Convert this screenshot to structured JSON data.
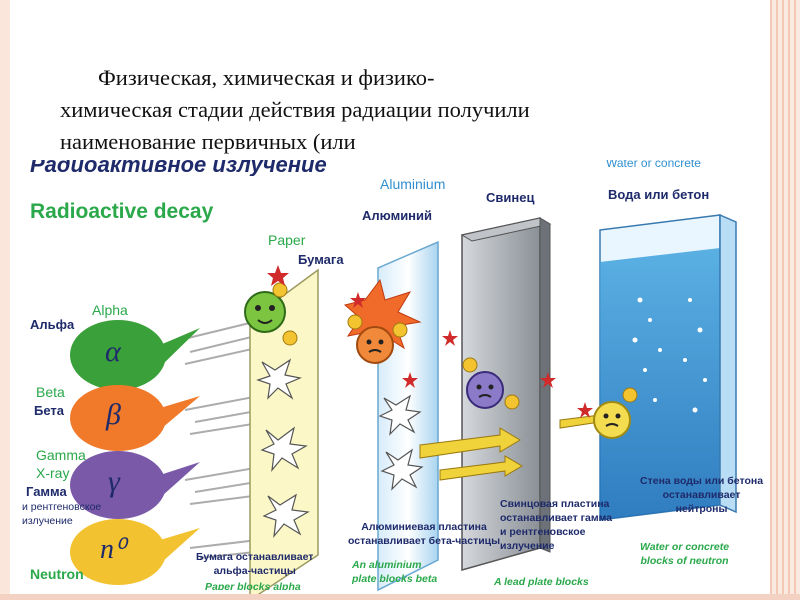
{
  "slide": {
    "line1": "Физическая, химическая и физико-",
    "line2": "химическая стадии действия радиации получили",
    "line3": "наименование первичных (или"
  },
  "diagram": {
    "title_ru": "Радиоактивное излучение",
    "title_en": "Radioactive decay",
    "rays": [
      {
        "en": "Alpha",
        "ru": "Альфа",
        "symbol": "α",
        "color": "#3aa03a"
      },
      {
        "en": "Beta",
        "ru": "Бета",
        "symbol": "β",
        "color": "#f07a2a"
      },
      {
        "en": "Gamma\nX-ray",
        "ru": "Гамма",
        "ru_sub": "и рентгеновское\nизлучение",
        "symbol": "γ",
        "color": "#7a5aa8"
      },
      {
        "en": "Neutron",
        "ru": "",
        "symbol": "n⁰",
        "color": "#f2c230"
      }
    ],
    "barriers": {
      "paper": {
        "en": "Paper",
        "ru": "Бумага",
        "caption_ru": "Бумага останавливает\nальфа-частицы",
        "caption_en": "Paper blocks alpha"
      },
      "aluminium": {
        "en": "Aluminium",
        "ru": "Алюминий",
        "caption_ru": "Алюминиевая пластина\nостанавливает бета-частицы",
        "caption_en": "An aluminium\nplate blocks beta"
      },
      "lead": {
        "ru": "Свинец",
        "caption_ru": "Свинцовая пластина\nостанавливает гамма\nи рентгеновское\nизлучение",
        "caption_en": "A lead plate blocks"
      },
      "water": {
        "en": "Water or concrete",
        "ru": "Вода или бетон",
        "caption_ru": "Стена воды или бетона\nостанавливает\nнейтроны",
        "caption_en": "Water or concrete\nblocks of neutron"
      }
    }
  },
  "colors": {
    "navy": "#1e2a6a",
    "blue": "#2f8fd0",
    "green": "#2aa84a"
  }
}
